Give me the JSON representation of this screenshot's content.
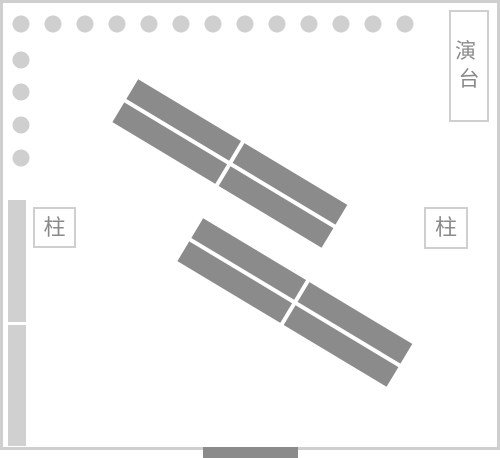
{
  "labels": {
    "stage": "演台",
    "pillar_left": "柱",
    "pillar_right": "柱"
  },
  "colors": {
    "wall": "#cfcfcf",
    "dot": "#cfcfcf",
    "table": "#8b8b8b",
    "panel": "#d0d0d0",
    "door": "#8b8b8b",
    "text": "#8a8a8a",
    "background": "#ffffff"
  },
  "layout_counts": {
    "top_chairs": 13,
    "left_chairs": 4,
    "table_groups": 2
  }
}
